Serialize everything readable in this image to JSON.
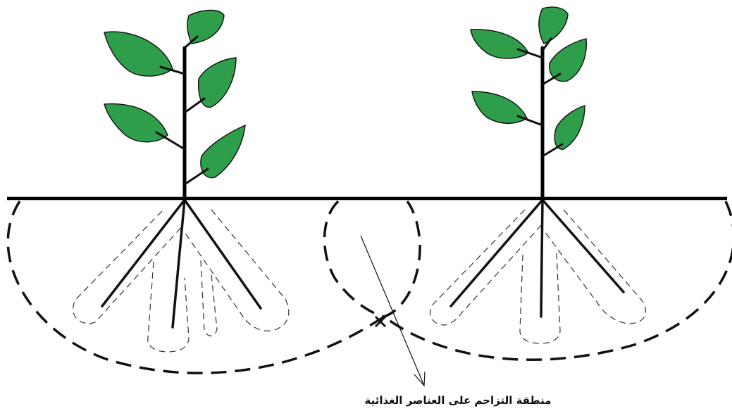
{
  "caption": "منطقة التزاحم على العناصر الغذائية",
  "colors": {
    "leaf": "#2e9e4a",
    "stroke": "#111111",
    "background": "#ffffff"
  },
  "plants": [
    "plant-left",
    "plant-right"
  ]
}
